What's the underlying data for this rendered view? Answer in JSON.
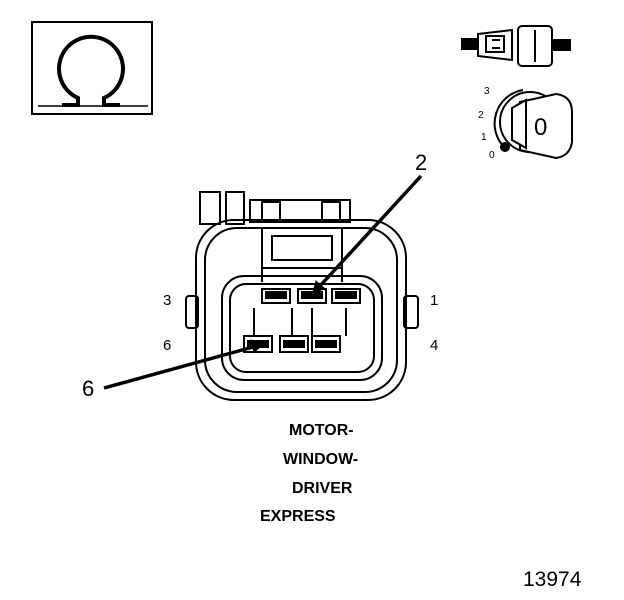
{
  "pin_labels": {
    "pin3": "3",
    "pin1": "1",
    "pin6": "6",
    "pin4": "4"
  },
  "callouts": {
    "top": "2",
    "left": "6"
  },
  "ignition_key": {
    "pos3": "3",
    "pos2": "2",
    "pos1": "1",
    "pos0": "0",
    "key_label": "0"
  },
  "caption": {
    "line1": "MOTOR-",
    "line2": "WINDOW-",
    "line3": "DRIVER",
    "line4": "EXPRESS"
  },
  "figure_number": "13974",
  "icons": [
    "ohm-icon",
    "test-probe-icon",
    "ignition-key-icon"
  ]
}
